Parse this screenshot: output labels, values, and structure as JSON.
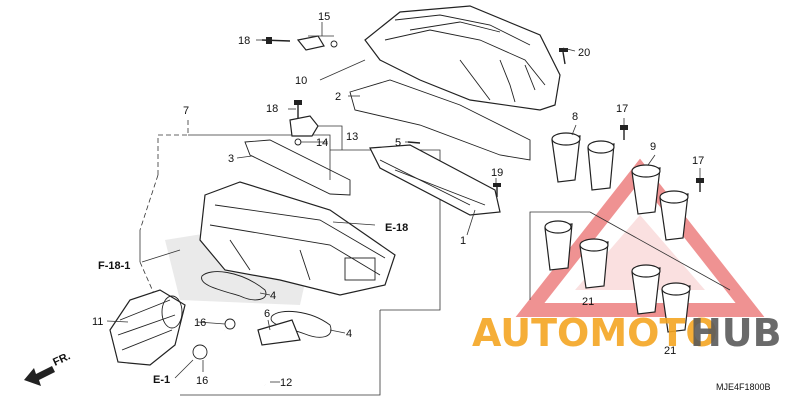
{
  "callouts": {
    "c1": "1",
    "c2": "2",
    "c3": "3",
    "c4a": "4",
    "c4b": "4",
    "c5": "5",
    "c6": "6",
    "c7": "7",
    "c8": "8",
    "c9": "9",
    "c10": "10",
    "c11": "11",
    "c12": "12",
    "c13": "13",
    "c14": "14",
    "c15": "15",
    "c16a": "16",
    "c16b": "16",
    "c17a": "17",
    "c17b": "17",
    "c18a": "18",
    "c18b": "18",
    "c19": "19",
    "c20": "20",
    "c21a": "21",
    "c21b": "21"
  },
  "references": {
    "e18": "E-18",
    "f18_1": "F-18-1",
    "e1": "E-1",
    "front": "FR."
  },
  "diagram_code": "MJE4F1800B",
  "watermark": {
    "part1": "AUTOMOTO",
    "part2": "HUB",
    "color_orange": "#f5a623",
    "color_gray": "#5a5a5a",
    "triangle_color": "#e23a3a"
  }
}
